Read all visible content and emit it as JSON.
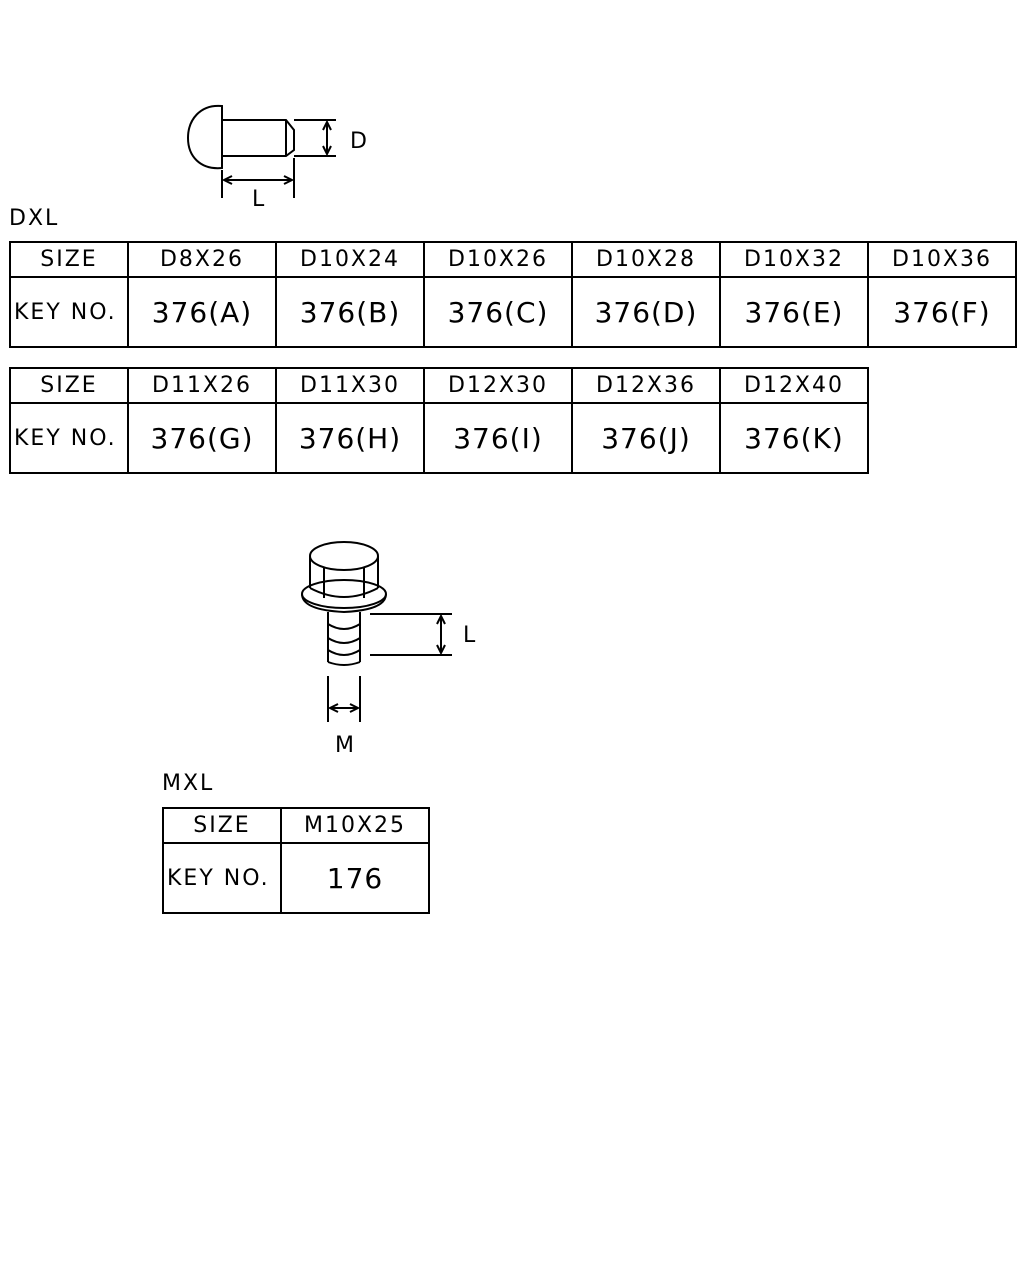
{
  "pin": {
    "dim_d": "D",
    "dim_l": "L",
    "title": "DXL",
    "tables": [
      {
        "size_label": "SIZE",
        "key_label": "KEY NO.",
        "sizes": [
          "D8X26",
          "D10X24",
          "D10X26",
          "D10X28",
          "D10X32",
          "D10X36"
        ],
        "keys": [
          "376(A)",
          "376(B)",
          "376(C)",
          "376(D)",
          "376(E)",
          "376(F)"
        ]
      },
      {
        "size_label": "SIZE",
        "key_label": "KEY NO.",
        "sizes": [
          "D11X26",
          "D11X30",
          "D12X30",
          "D12X36",
          "D12X40"
        ],
        "keys": [
          "376(G)",
          "376(H)",
          "376(I)",
          "376(J)",
          "376(K)"
        ]
      }
    ]
  },
  "bolt": {
    "dim_l": "L",
    "dim_m": "M",
    "title": "MXL",
    "table": {
      "size_label": "SIZE",
      "key_label": "KEY NO.",
      "sizes": [
        "M10X25"
      ],
      "keys": [
        "176"
      ]
    }
  }
}
